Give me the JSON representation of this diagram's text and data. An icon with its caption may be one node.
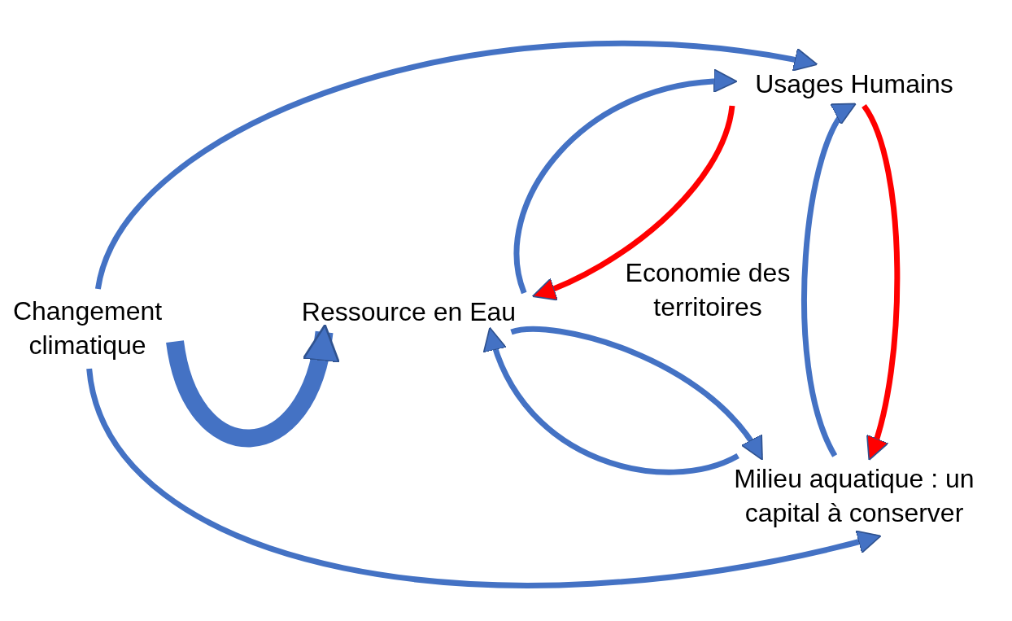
{
  "diagram": {
    "nodes": [
      {
        "text": [
          "Changement climatique"
        ]
      },
      {
        "text": [
          "Ressource en Eau"
        ]
      },
      {
        "text": [
          "Usages Humains"
        ]
      },
      {
        "text": [
          "Milieu aquatique : un capital à conserver"
        ]
      }
    ],
    "edges": [
      {
        "from": 0,
        "to": 2,
        "arrow": "to"
      },
      {
        "from": 0,
        "to": 1,
        "arrow": "to",
        "style": "thick"
      },
      {
        "from": 0,
        "to": 3,
        "arrow": "to"
      },
      {
        "from": 1,
        "to": 2,
        "arrow": "to"
      },
      {
        "from": 2,
        "to": 1,
        "arrow": "to",
        "color": "#ff0000"
      },
      {
        "from": 1,
        "to": 3,
        "arrow": "to"
      },
      {
        "from": 3,
        "to": 1,
        "arrow": "to"
      },
      {
        "from": 3,
        "to": 2,
        "arrow": "to"
      },
      {
        "from": 2,
        "to": 3,
        "arrow": "to",
        "color": "#ff0000"
      }
    ],
    "labels": [
      "Economie des territoires"
    ]
  }
}
